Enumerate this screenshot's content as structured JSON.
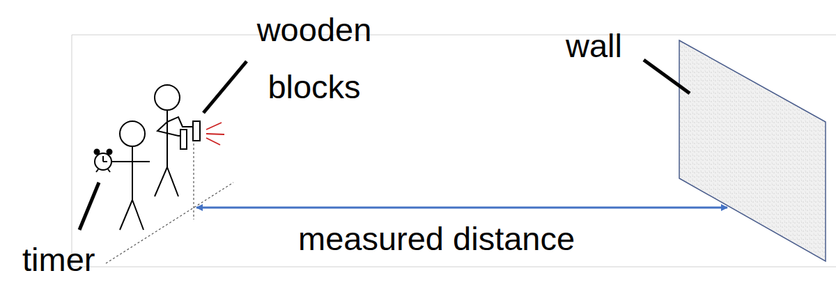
{
  "diagram": {
    "labels": [
      "wooden blocks",
      "wall",
      "timer",
      "measured distance"
    ]
  }
}
